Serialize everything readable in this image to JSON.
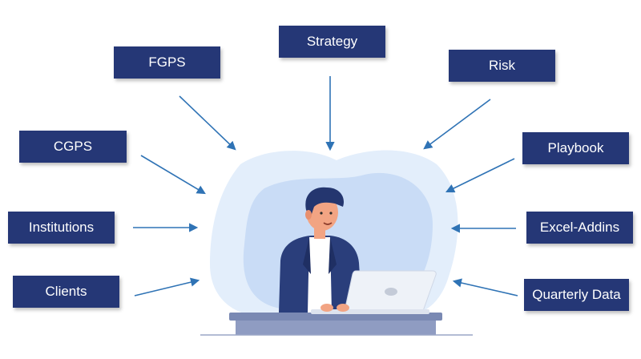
{
  "nodes": {
    "strategy": "Strategy",
    "fgps": "FGPS",
    "risk": "Risk",
    "cgps": "CGPS",
    "playbook": "Playbook",
    "institutions": "Institutions",
    "excel_addins": "Excel-Addins",
    "clients": "Clients",
    "quarterly_data": "Quarterly Data"
  },
  "colors": {
    "box": "#253776",
    "arrow": "#2f73b5",
    "blob_light": "#e3eefb",
    "blob_mid": "#c9dcf6",
    "person_jacket": "#2a3e7b",
    "desk": "#7a89b3"
  },
  "icons": {
    "center": "person-at-laptop-illustration"
  }
}
